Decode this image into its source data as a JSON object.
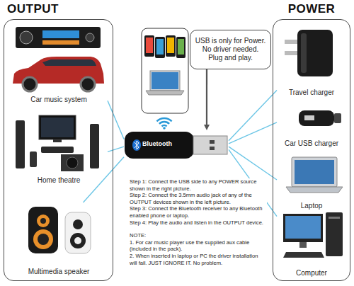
{
  "diagram": {
    "nodes": [
      {
        "text": [
          "OUTPUT"
        ]
      },
      {
        "text": [
          "Car music system"
        ],
        "in": 0
      },
      {
        "text": [
          "Home theatre"
        ],
        "in": 0
      },
      {
        "text": [
          "Multimedia speaker"
        ],
        "in": 0
      },
      {
        "text": [
          "Bluetooth"
        ]
      },
      {
        "text": [
          "USB is only for Power. No driver needed. Plug and play."
        ]
      },
      {
        "text": [
          "POWER"
        ]
      },
      {
        "text": [
          "Travel charger"
        ],
        "in": 6
      },
      {
        "text": [
          "Car USB charger"
        ],
        "in": 6
      },
      {
        "text": [
          "Laptop"
        ],
        "in": 6
      },
      {
        "text": [
          "Computer"
        ],
        "in": 6
      }
    ],
    "edges": [
      {
        "from": 4,
        "to": 1,
        "arrow": "none"
      },
      {
        "from": 4,
        "to": 2,
        "arrow": "none"
      },
      {
        "from": 4,
        "to": 3,
        "arrow": "none"
      },
      {
        "from": 5,
        "to": 4,
        "arrow": "to"
      },
      {
        "from": 4,
        "to": 7,
        "arrow": "none"
      },
      {
        "from": 4,
        "to": 8,
        "arrow": "none"
      },
      {
        "from": 4,
        "to": 9,
        "arrow": "none"
      },
      {
        "from": 4,
        "to": 10,
        "arrow": "none"
      }
    ],
    "labels": [
      "Step 1: Connect the USB side to any POWER source shown in the right picture.",
      "Step 2: Connect the 3.5mm audio jack of any of the OUTPUT devices shown in the left picture.",
      "Step 3: Connect the Bluetooth receiver to any Bluetooth enabled phone or laptop.",
      "Step 4: Play the audio and listen in the OUTPUT device.",
      "NOTE:",
      "1. For car music player use the supplied aux cable (included in the pack).",
      "2. When inserted in laptop or PC the driver installation will fail. JUST IGNORE IT. No problem."
    ]
  }
}
